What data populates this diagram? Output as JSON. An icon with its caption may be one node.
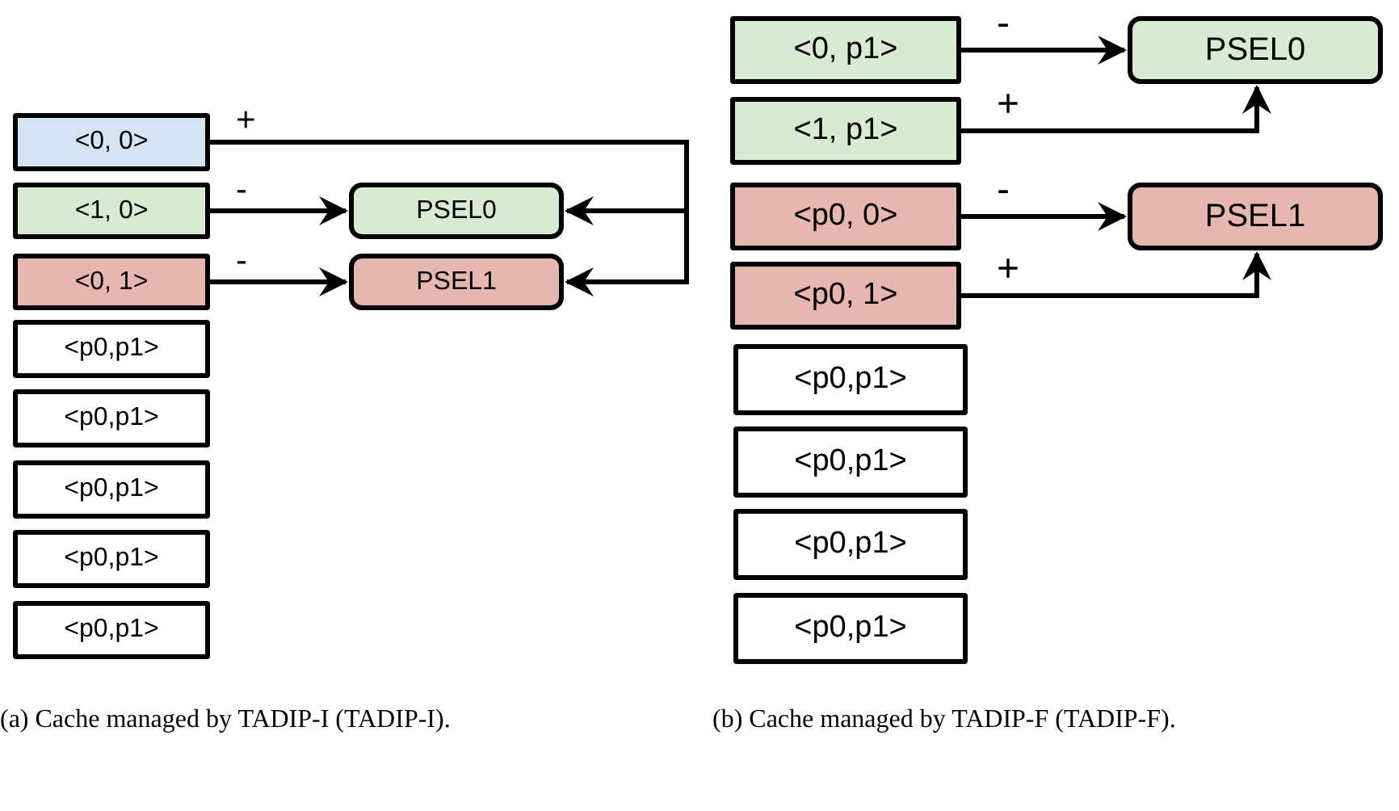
{
  "diagram": {
    "nodes": [
      {
        "text": [
          "<0, 0>"
        ]
      },
      {
        "text": [
          "<1, 0>"
        ]
      },
      {
        "text": [
          "<0, 1>"
        ]
      },
      {
        "text": [
          "<p0,p1>"
        ]
      },
      {
        "text": [
          "<p0,p1>"
        ]
      },
      {
        "text": [
          "<p0,p1>"
        ]
      },
      {
        "text": [
          "<p0,p1>"
        ]
      },
      {
        "text": [
          "<p0,p1>"
        ]
      },
      {
        "text": [
          "PSEL0"
        ]
      },
      {
        "text": [
          "PSEL1"
        ]
      },
      {
        "text": [
          "<0, p1>"
        ]
      },
      {
        "text": [
          "<1, p1>"
        ]
      },
      {
        "text": [
          "<p0, 0>"
        ]
      },
      {
        "text": [
          "<p0, 1>"
        ]
      },
      {
        "text": [
          "<p0,p1>"
        ]
      },
      {
        "text": [
          "<p0,p1>"
        ]
      },
      {
        "text": [
          "<p0,p1>"
        ]
      },
      {
        "text": [
          "<p0,p1>"
        ]
      },
      {
        "text": [
          "PSEL0"
        ]
      },
      {
        "text": [
          "PSEL1"
        ]
      }
    ],
    "edges": [
      {
        "from": 0,
        "to": 8,
        "arrow": "to",
        "label": "+"
      },
      {
        "from": 0,
        "to": 9,
        "arrow": "to"
      },
      {
        "from": 1,
        "to": 8,
        "arrow": "to",
        "label": "-"
      },
      {
        "from": 2,
        "to": 9,
        "arrow": "to",
        "label": "-"
      },
      {
        "from": 10,
        "to": 18,
        "arrow": "to",
        "label": "-"
      },
      {
        "from": 11,
        "to": 18,
        "arrow": "to",
        "label": "+"
      },
      {
        "from": 12,
        "to": 19,
        "arrow": "to",
        "label": "-"
      },
      {
        "from": 13,
        "to": 19,
        "arrow": "to",
        "label": "+"
      }
    ],
    "labels": [
      "(a) Cache managed by TADIP-I (TADIP-I).",
      "(b) Cache managed by TADIP-F (TADIP-F)."
    ]
  }
}
